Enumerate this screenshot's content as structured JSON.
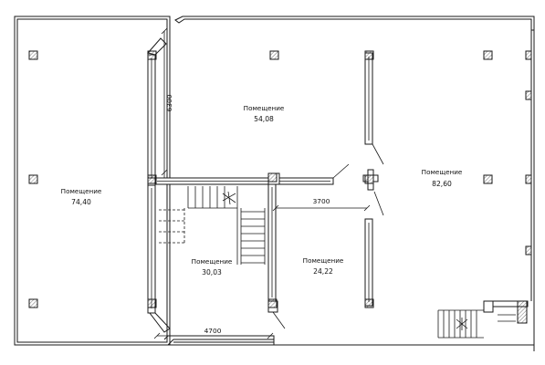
{
  "rooms": [
    {
      "label": "Помещение",
      "area": "74,40"
    },
    {
      "label": "Помещение",
      "area": "54,08"
    },
    {
      "label": "Помещение",
      "area": "82,60"
    },
    {
      "label": "Помещение",
      "area": "30,03"
    },
    {
      "label": "Помещение",
      "area": "24,22"
    }
  ],
  "dimensions": {
    "vertical": "6300",
    "corridor": "3700",
    "bottom": "4700"
  }
}
